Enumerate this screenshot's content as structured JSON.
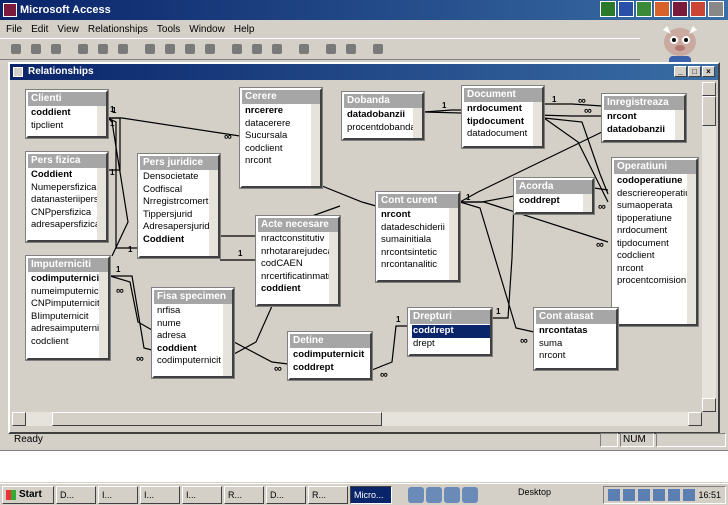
{
  "app": {
    "title": "Microsoft Access"
  },
  "menu": [
    "File",
    "Edit",
    "View",
    "Relationships",
    "Tools",
    "Window",
    "Help"
  ],
  "window": {
    "title": "Relationships"
  },
  "tables": [
    {
      "id": "clienti",
      "title": "Clienti",
      "fields": [
        "coddient",
        "tipclient"
      ],
      "pk": [
        0
      ]
    },
    {
      "id": "cerere",
      "title": "Cerere",
      "fields": [
        "nrcerere",
        "datacerere",
        "Sucursala",
        "codclient",
        "nrcont"
      ],
      "pk": [
        0
      ]
    },
    {
      "id": "dobanda",
      "title": "Dobanda",
      "fields": [
        "datadobanzii",
        "procentdobanda"
      ],
      "pk": [
        0
      ]
    },
    {
      "id": "document",
      "title": "Document",
      "fields": [
        "nrdocument",
        "tipdocument",
        "datadocument"
      ],
      "pk": [
        0,
        1
      ]
    },
    {
      "id": "inregistreaza",
      "title": "Inregistreaza",
      "fields": [
        "nrcont",
        "datadobanzii"
      ],
      "pk": [
        0,
        1
      ]
    },
    {
      "id": "persfizica",
      "title": "Pers fizica",
      "fields": [
        "Coddient",
        "Numepersfizica",
        "datanasteriipersf",
        "CNPpersfizica",
        "adresapersfizica"
      ],
      "pk": [
        0
      ]
    },
    {
      "id": "persjuridice",
      "title": "Pers juridice",
      "fields": [
        "Densocietate",
        "Codfiscal",
        "Nrregistrcomert",
        "Tippersjurid",
        "Adresapersjurid",
        "Coddient"
      ],
      "pk": [
        5
      ]
    },
    {
      "id": "contcurent",
      "title": "Cont curent",
      "fields": [
        "nrcont",
        "datadeschiderii",
        "sumainitiala",
        "nrcontsintetic",
        "nrcontanalitic"
      ],
      "pk": [
        0
      ]
    },
    {
      "id": "acorda",
      "title": "Acorda",
      "fields": [
        "coddrept"
      ],
      "pk": [
        0
      ]
    },
    {
      "id": "operatiuni",
      "title": "Operatiuni",
      "fields": [
        "codoperatiune",
        "descriereoperatiu",
        "sumaoperata",
        "tipoperatiune",
        "nrdocument",
        "tipdocument",
        "codclient",
        "nrcont",
        "procentcomision"
      ],
      "pk": [
        0
      ]
    },
    {
      "id": "actenecesare",
      "title": "Acte necesare",
      "fields": [
        "nractconstitutiv",
        "nrhotararejudeca",
        "codCAEN",
        "nrcertificatinmatr",
        "coddient"
      ],
      "pk": [
        4
      ]
    },
    {
      "id": "imputerniciti",
      "title": "Imputerniciti",
      "fields": [
        "codimputernicit",
        "numeimputernicit",
        "CNPimputernicit",
        "BIimputernicit",
        "adresaimputernic",
        "codclient"
      ],
      "pk": [
        0
      ]
    },
    {
      "id": "fisaspecimen",
      "title": "Fisa specimen",
      "fields": [
        "nrfisa",
        "nume",
        "adresa",
        "coddient",
        "codimputernicit"
      ],
      "pk": [
        3
      ]
    },
    {
      "id": "detine",
      "title": "Detine",
      "fields": [
        "codimputernicit",
        "coddrept"
      ],
      "pk": [
        0,
        1
      ]
    },
    {
      "id": "drepturi",
      "title": "Drepturi",
      "fields": [
        "coddrept",
        "drept"
      ],
      "pk": [
        0
      ],
      "sel": [
        0
      ]
    },
    {
      "id": "contatasat",
      "title": "Cont atasat",
      "fields": [
        "nrcontatas",
        "suma",
        "nrcont"
      ],
      "pk": [
        0
      ]
    }
  ],
  "rel_labels": {
    "one": "1",
    "many": "∞"
  },
  "status": {
    "text": "Ready",
    "num": "NUM"
  },
  "taskbar": {
    "start": "Start",
    "items": [
      "D...",
      "I...",
      "I...",
      "I...",
      "R...",
      "D...",
      "R...",
      "Micro..."
    ],
    "desktop": "Desktop",
    "time": "16:51"
  },
  "icons": [
    "app-icon",
    "new-icon",
    "open-icon",
    "save-icon",
    "print-icon",
    "preview-icon",
    "spell-icon",
    "cut-icon",
    "copy-icon",
    "paste-icon",
    "format-painter-icon",
    "show-table-icon",
    "show-direct-icon",
    "show-all-icon",
    "delete-icon",
    "window-icon",
    "new-object-icon",
    "help-icon"
  ]
}
